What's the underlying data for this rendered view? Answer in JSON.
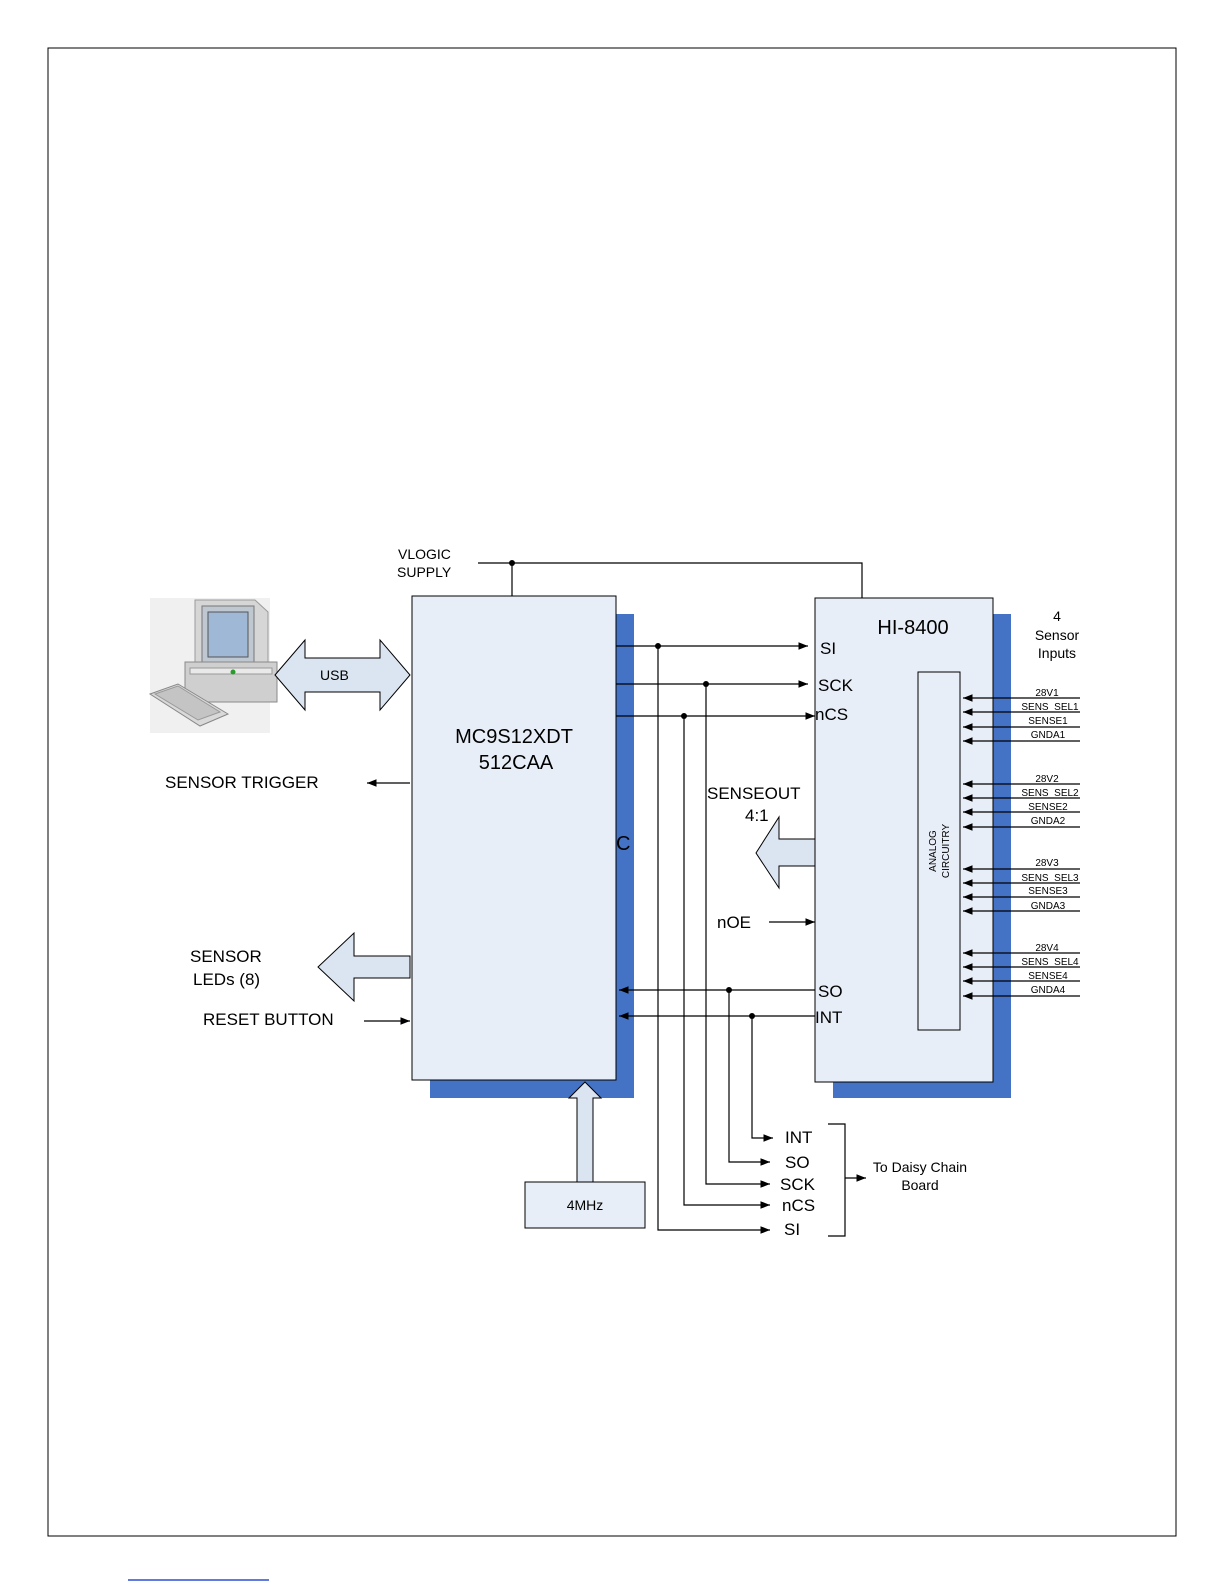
{
  "colors": {
    "chip_fill": "#e8eef7",
    "chip_shadow": "#4472c4",
    "arrow_fill": "#dbe5f1",
    "line": "#000000"
  },
  "supply": {
    "line1": "VLOGIC",
    "line2": "SUPPLY"
  },
  "computer": {
    "icon": "desktop-computer-icon",
    "usb_label": "USB"
  },
  "mcu": {
    "name_line1": "MC9S12XDT",
    "name_line2": "512CAA",
    "overlap_char": "C"
  },
  "left_io": {
    "sensor_trigger": "SENSOR TRIGGER",
    "sensor_leds_line1": "SENSOR",
    "sensor_leds_line2": "LEDs (8)",
    "reset_button": "RESET BUTTON"
  },
  "oscillator": {
    "label": "4MHz"
  },
  "hi8400": {
    "name": "HI-8400",
    "pins": {
      "si": "SI",
      "sck": "SCK",
      "ncs": "nCS",
      "so": "SO",
      "int": "INT"
    },
    "senseout_line1": "SENSEOUT",
    "senseout_line2": "4:1",
    "noe": "nOE",
    "analog_line1": "ANALOG",
    "analog_line2": "CIRCUITRY"
  },
  "sensor_inputs": {
    "line1": "4",
    "line2": "Sensor",
    "line3": "Inputs",
    "groups": [
      [
        "28V1",
        "SENS_SEL1",
        "SENSE1",
        "GNDA1"
      ],
      [
        "28V2",
        "SENS_SEL2",
        "SENSE2",
        "GNDA2"
      ],
      [
        "28V3",
        "SENS_SEL3",
        "SENSE3",
        "GNDA3"
      ],
      [
        "28V4",
        "SENS_SEL4",
        "SENSE4",
        "GNDA4"
      ]
    ]
  },
  "daisy_chain": {
    "signals": [
      "INT",
      "SO",
      "SCK",
      "nCS",
      "SI"
    ],
    "label_line1": "To Daisy Chain",
    "label_line2": "Board"
  }
}
